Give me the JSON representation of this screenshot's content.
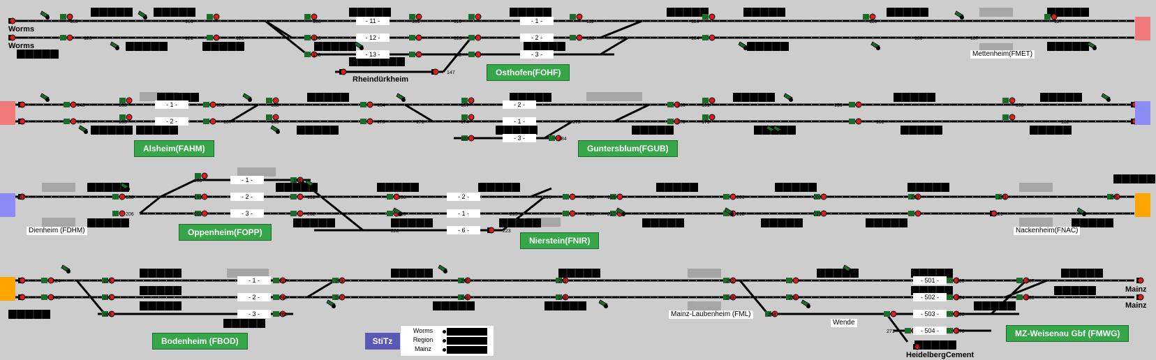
{
  "colors": {
    "background": "#cdcdcd",
    "track": "#000000",
    "signal_red": "#d81e1e",
    "signal_green": "#1d6b2a",
    "station_label": "#35a748",
    "edge_red": "#f07a7a",
    "edge_blue": "#8c8cf7",
    "edge_orange": "#ffa500",
    "stitz": "#5a58b6"
  },
  "rows": [
    {
      "station_label": "Osthofen(FOHF)",
      "left_labels": [
        "Worms",
        "Worms"
      ],
      "right_label": "Mettenheim(FMET)",
      "extra_label": "Rheindürkheim",
      "track_numbers": [
        "- 11 -",
        "- 12 -",
        "- 13 -",
        "- 1 -",
        "- 2 -",
        "- 3 -"
      ],
      "signal_ids": [
        "109",
        "105",
        "106",
        "108",
        "110",
        "111",
        "114",
        "115",
        "116",
        "117",
        "120",
        "121",
        "122",
        "123",
        "126",
        "127",
        "129",
        "130",
        "133",
        "134",
        "135",
        "136",
        "137",
        "138",
        "140",
        "142",
        "147"
      ]
    },
    {
      "station_label": "Alsheim(FAHM)",
      "second_label": "Guntersblum(FGUB)",
      "track_numbers": [
        "- 1 -",
        "- 2 -",
        "- 2 -",
        "- 1 -",
        "- 3 -"
      ],
      "signal_ids": [
        "148",
        "150",
        "151",
        "152",
        "153",
        "154",
        "157",
        "158",
        "160",
        "161",
        "164",
        "165",
        "166",
        "167",
        "169",
        "170",
        "171",
        "173",
        "174",
        "175",
        "178",
        "179",
        "180",
        "181",
        "182",
        "184"
      ]
    },
    {
      "station_label": "Oppenheim(FOPP)",
      "second_label": "Nierstein(FNIR)",
      "left_note": "Dienheim (FDHM)",
      "right_label": "Nackenheim(FNAC)",
      "track_numbers": [
        "- 1 -",
        "- 2 -",
        "- 3 -",
        "- 2 -",
        "- 1 -",
        "- 6 -"
      ],
      "signal_ids": [
        "187",
        "188",
        "189",
        "191",
        "192",
        "194",
        "196",
        "198",
        "199",
        "200",
        "201",
        "202",
        "203",
        "205",
        "206",
        "207",
        "208",
        "211",
        "212",
        "213",
        "214",
        "215",
        "216",
        "217",
        "218",
        "219",
        "220",
        "221",
        "222",
        "223"
      ]
    },
    {
      "station_label": "Bodenheim (FBOD)",
      "second_label": "MZ-Weisenau Gbf (FMWG)",
      "mid_label": "Mainz-Laubenheim (FML)",
      "note_label": "Wende",
      "bottom_label": "HeidelbergCement",
      "right_labels": [
        "Mainz",
        "Mainz"
      ],
      "track_numbers": [
        "- 1 -",
        "- 2 -",
        "- 3 -",
        "- 501 -",
        "- 502 -",
        "- 503 -",
        "- 504 -"
      ],
      "signal_ids": [
        "224",
        "226",
        "227",
        "229",
        "230",
        "231",
        "232",
        "233",
        "234",
        "235",
        "237",
        "238",
        "240",
        "241",
        "242",
        "243",
        "244",
        "245",
        "246",
        "247",
        "248",
        "249",
        "250",
        "251",
        "252",
        "253",
        "254",
        "255",
        "256",
        "257",
        "258",
        "259",
        "260",
        "262",
        "263",
        "264",
        "265",
        "268",
        "270",
        "271",
        "272",
        "273"
      ]
    }
  ],
  "panel": {
    "button_label": "StiTz",
    "legend": [
      "Worms",
      "Region",
      "Mainz"
    ]
  }
}
